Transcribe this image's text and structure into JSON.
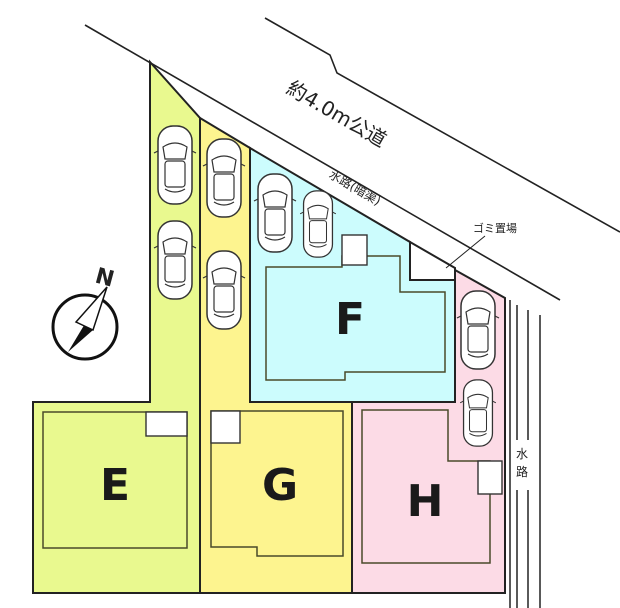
{
  "road_label": "約4.0m公道",
  "culvert_label": "水路(暗渠)",
  "garbage_label": "ゴミ置場",
  "waterway_label": [
    "水",
    "路"
  ],
  "compass_label": "N",
  "lots": [
    {
      "id": "E",
      "color": "#e9f98f"
    },
    {
      "id": "G",
      "color": "#fdf48f"
    },
    {
      "id": "F",
      "color": "#ccfcfd"
    },
    {
      "id": "H",
      "color": "#fcdbe6"
    }
  ]
}
